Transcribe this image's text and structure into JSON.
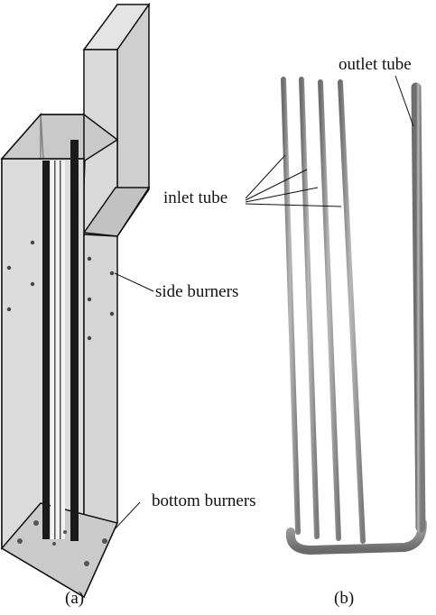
{
  "panel_a": {
    "caption": "(a)",
    "labels": {
      "side_burners": "side burners",
      "bottom_burners": "bottom burners"
    }
  },
  "panel_b": {
    "caption": "(b)",
    "labels": {
      "outlet_tube": "outlet tube",
      "inlet_tube": "inlet tube"
    }
  },
  "colors": {
    "furnace_face": "#d8d8d8",
    "furnace_top": "#c4c4c4",
    "outline": "#111111",
    "tube_gray": "#8a8a8a",
    "tube_highlight": "#bdbdbd"
  }
}
